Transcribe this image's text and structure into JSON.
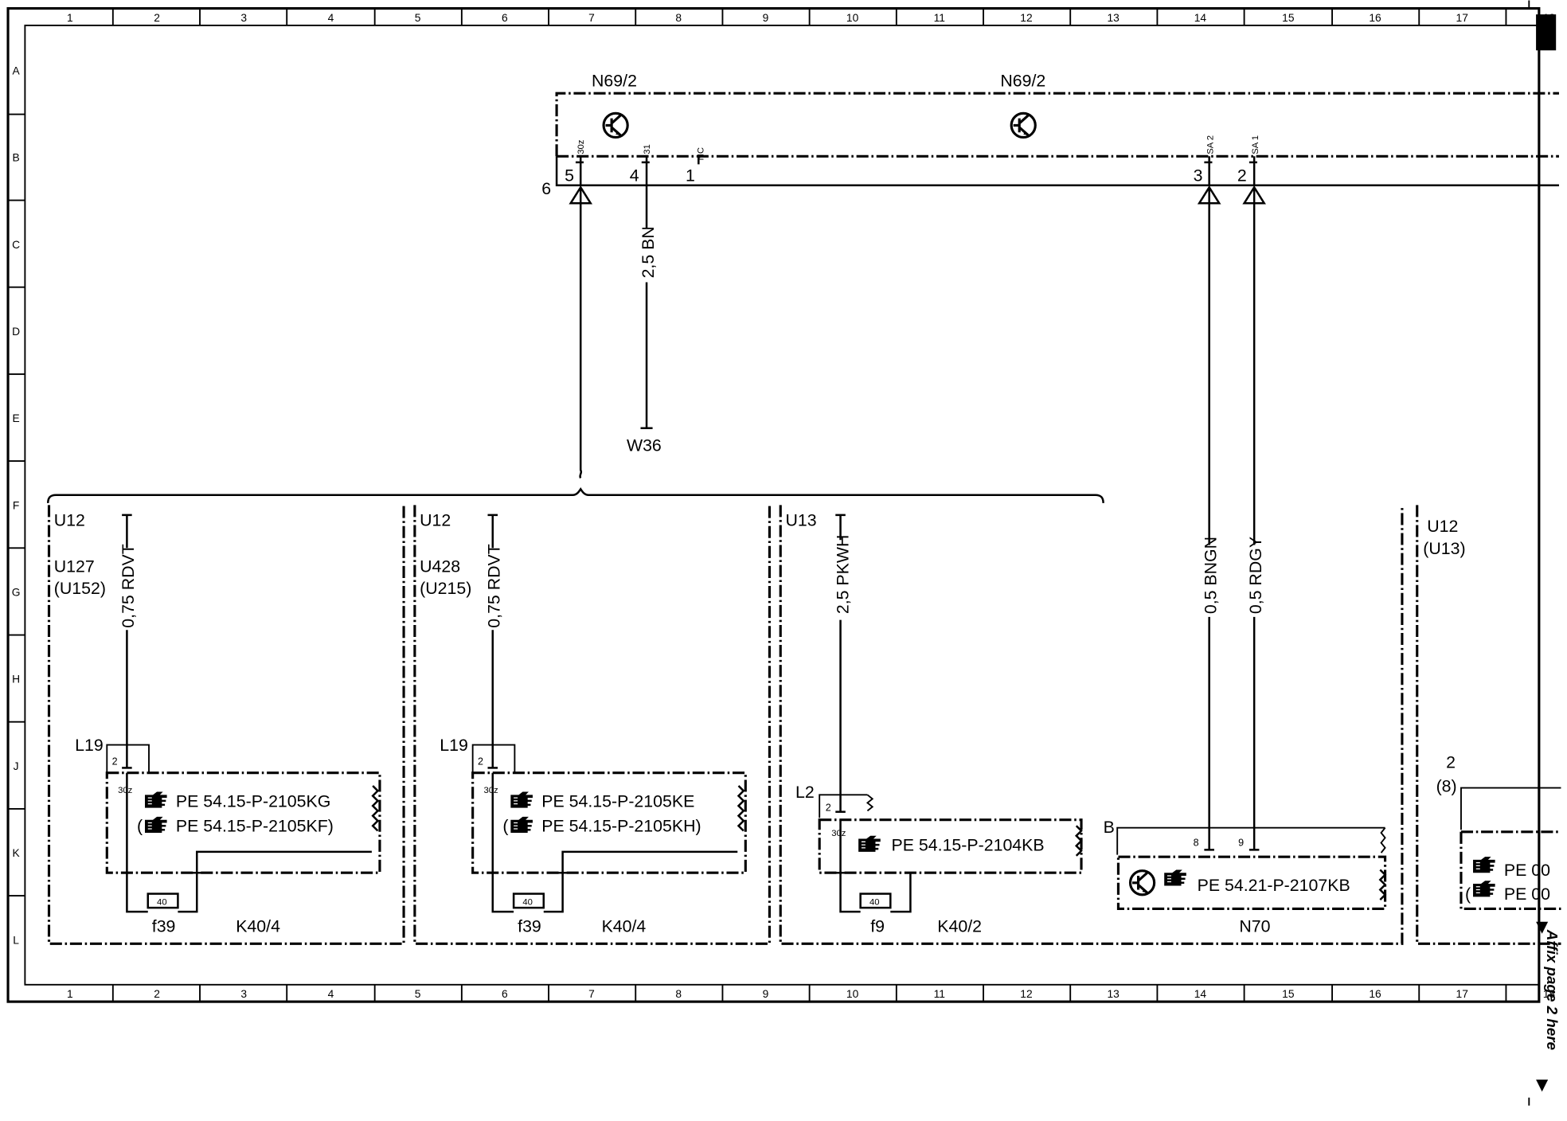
{
  "border": {
    "columns": [
      "1",
      "2",
      "3",
      "4",
      "5",
      "6",
      "7",
      "8",
      "9",
      "10",
      "11",
      "12",
      "13",
      "14",
      "15",
      "16",
      "17",
      "18"
    ],
    "rows": [
      "A",
      "B",
      "C",
      "D",
      "E",
      "F",
      "G",
      "H",
      "J",
      "K",
      "L"
    ],
    "side_note": "Affix page 2 here"
  },
  "top": {
    "module_left": "N69/2",
    "module_right": "N69/2",
    "pins": {
      "p30z": "30z",
      "p31": "31",
      "nc": "NC",
      "sa2": "SA 2",
      "sa1": "SA 1"
    },
    "connector_label": "6",
    "pin_numbers": {
      "n5": "5",
      "n4": "4",
      "n1": "1",
      "n3": "3",
      "n2": "2"
    },
    "wire_gnd": "2,5 BN",
    "ground": "W36"
  },
  "panels": [
    {
      "variant": "U12",
      "sub1": "U127",
      "sub2": "(U152)",
      "wire": "0,75 RDVT",
      "conn": "L19",
      "pin": "2",
      "pin2": "30z",
      "ref1": "PE 54.15-P-2105KG",
      "ref2": "PE 54.15-P-2105KF)",
      "fuse_value": "40",
      "fuse": "f39",
      "relay": "K40/4"
    },
    {
      "variant": "U12",
      "sub1": "U428",
      "sub2": "(U215)",
      "wire": "0,75 RDVT",
      "conn": "L19",
      "pin": "2",
      "pin2": "30z",
      "ref1": "PE 54.15-P-2105KE",
      "ref2": "PE 54.15-P-2105KH)",
      "fuse_value": "40",
      "fuse": "f39",
      "relay": "K40/4"
    },
    {
      "variant": "U13",
      "wire": "2,5 PKWH",
      "conn": "L2",
      "pin": "2",
      "pin2": "30z",
      "ref1": "PE 54.15-P-2104KB",
      "fuse_value": "40",
      "fuse": "f9",
      "relay": "K40/2"
    }
  ],
  "n70": {
    "wire_a": "0,5 BNGN",
    "wire_b": "0,5 RDGY",
    "conn": "B",
    "pin_a": "8",
    "pin_b": "9",
    "ref": "PE 54.21-P-2107KB",
    "label": "N70"
  },
  "right_panel": {
    "variant": "U12",
    "variant2": "(U13)",
    "pin": "2",
    "pin2": "(8)",
    "ref1": "PE 00",
    "ref2": "PE 00"
  }
}
